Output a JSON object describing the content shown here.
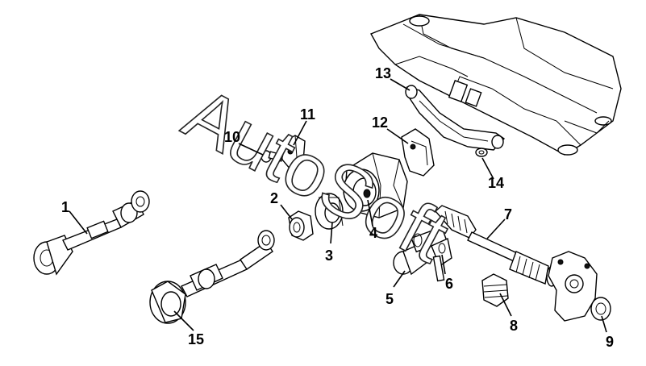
{
  "watermark": {
    "text": "AutoSoft"
  },
  "callouts": [
    {
      "id": "1",
      "text": "1"
    },
    {
      "id": "2",
      "text": "2"
    },
    {
      "id": "3",
      "text": "3"
    },
    {
      "id": "4",
      "text": "4"
    },
    {
      "id": "5",
      "text": "5"
    },
    {
      "id": "6",
      "text": "6"
    },
    {
      "id": "7",
      "text": "7"
    },
    {
      "id": "8",
      "text": "8"
    },
    {
      "id": "9",
      "text": "9"
    },
    {
      "id": "10",
      "text": "10"
    },
    {
      "id": "11",
      "text": "11"
    },
    {
      "id": "12",
      "text": "12"
    },
    {
      "id": "13",
      "text": "13"
    },
    {
      "id": "14",
      "text": "14"
    },
    {
      "id": "15",
      "text": "15"
    }
  ]
}
